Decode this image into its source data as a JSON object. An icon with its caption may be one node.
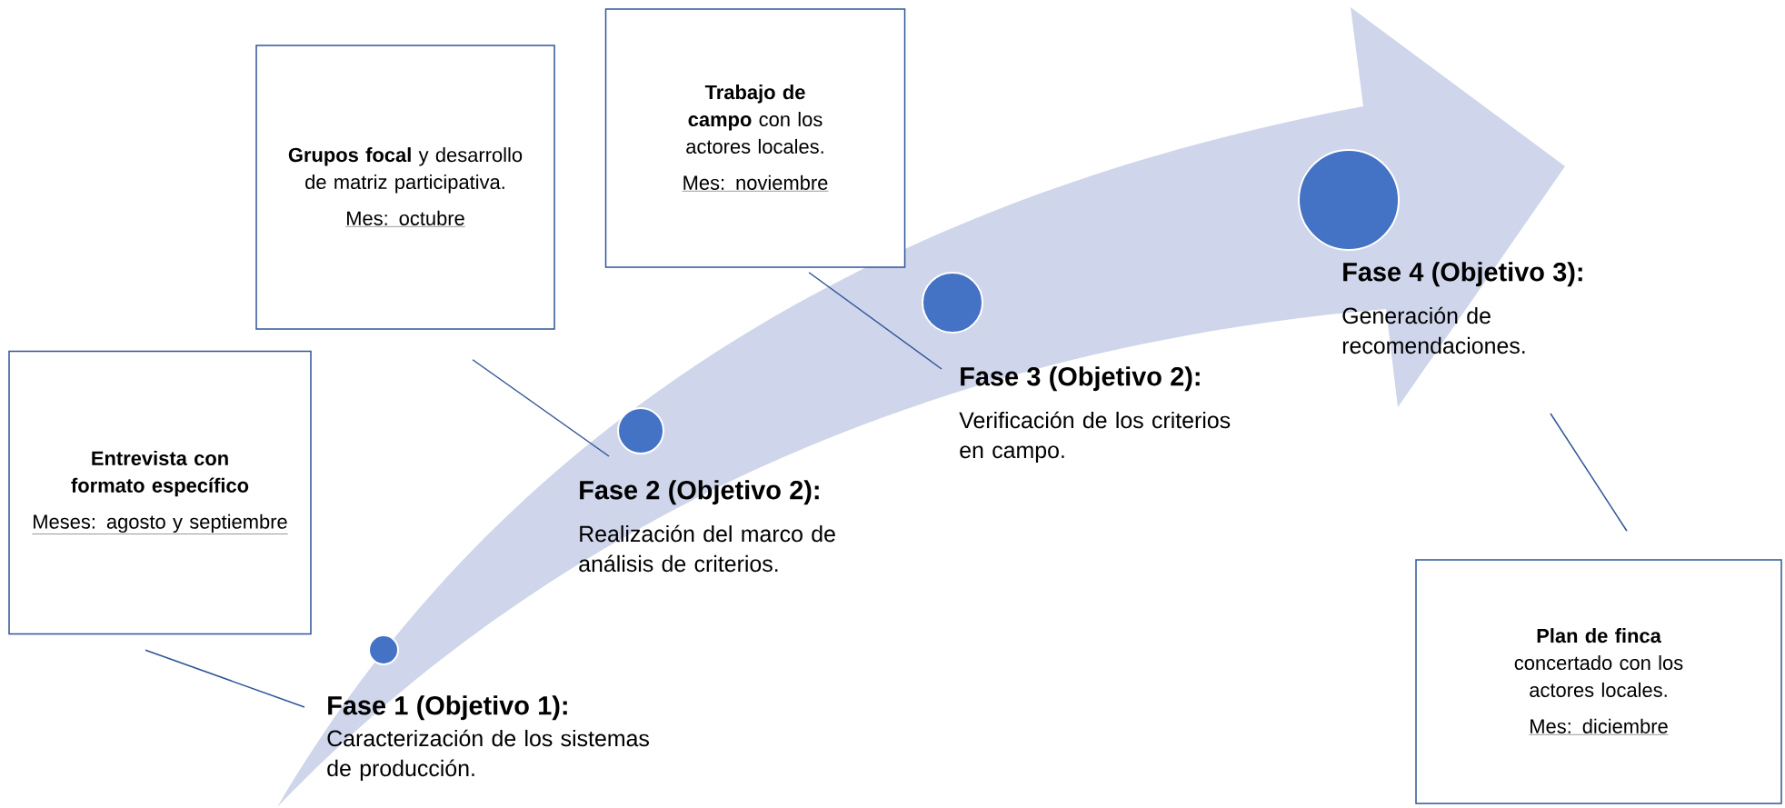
{
  "diagram": {
    "nodes": [
      {
        "text": [
          "Entrevista con formato específico",
          "Meses: agosto y septiembre"
        ]
      },
      {
        "text": [
          "Fase 1 (Objetivo 1):",
          "Caracterización de los sistemas de producción."
        ]
      },
      {
        "text": [],
        "shape": "circle"
      },
      {
        "text": [
          "**Grupos focal** y desarrollo de matriz participativa.",
          "Mes: octubre"
        ]
      },
      {
        "text": [
          "Fase 2 (Objetivo 2):",
          "Realización del marco de análisis de criterios."
        ]
      },
      {
        "text": [],
        "shape": "circle"
      },
      {
        "text": [
          "**Trabajo de campo** con los actores locales.",
          "Mes: noviembre"
        ]
      },
      {
        "text": [
          "Fase 3 (Objetivo 2):",
          "Verificación de los criterios en campo."
        ]
      },
      {
        "text": [],
        "shape": "circle"
      },
      {
        "text": [
          "Fase 4 (Objetivo 3):",
          "Generación de recomendaciones."
        ]
      },
      {
        "text": [],
        "shape": "circle"
      },
      {
        "text": [
          "**Plan de finca** concertado con los actores locales.",
          "Mes: diciembre"
        ]
      }
    ],
    "edges": [
      {
        "from": 0,
        "to": 1,
        "arrow": "none"
      },
      {
        "from": 3,
        "to": 4,
        "arrow": "none"
      },
      {
        "from": 6,
        "to": 7,
        "arrow": "none"
      },
      {
        "from": 9,
        "to": 11,
        "arrow": "none"
      }
    ]
  }
}
